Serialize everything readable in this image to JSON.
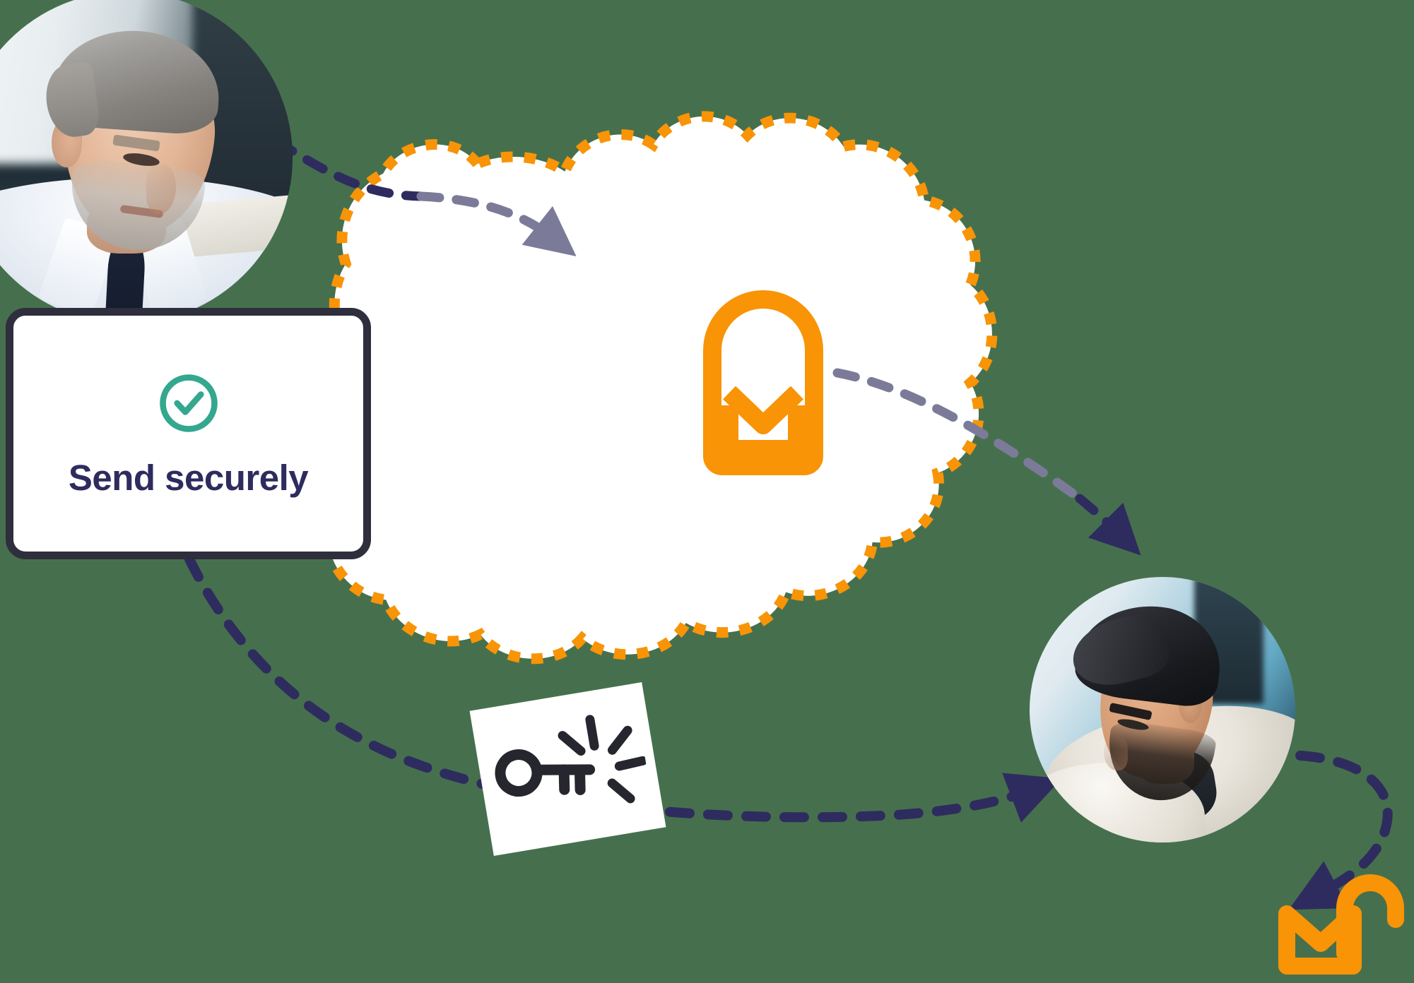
{
  "scene": {
    "title": "Secure email delivery flow",
    "background_color": "#46704d"
  },
  "card": {
    "label": "Send securely",
    "icon": "check-circle-icon",
    "icon_color": "#34a78f",
    "text_color": "#2e2c5e",
    "border_color": "#2e2e3c",
    "background_color": "#ffffff"
  },
  "cloud": {
    "name": "secure-cloud",
    "fill_color": "#ffffff",
    "dash_color": "#f89406",
    "dash_style": "square-dashed",
    "icon": "mailbox-envelope-icon",
    "icon_color": "#f89406"
  },
  "key_card": {
    "name": "encryption-key-card",
    "icon": "key-burst-icon",
    "icon_color": "#26262e",
    "background_color": "#ffffff",
    "rotation_degrees": -9.5
  },
  "lock_mail": {
    "name": "unlocked-mail-icon",
    "icon": "open-padlock-envelope-icon",
    "icon_color": "#f89406"
  },
  "avatars": [
    {
      "name": "sender-avatar",
      "role": "sender",
      "description": "Older man with gray hair in a white shirt and dark tie working at a laptop"
    },
    {
      "name": "recipient-avatar",
      "role": "recipient",
      "description": "Younger man with dark hair and beard in a cream sweater looking down"
    }
  ],
  "arrows": [
    {
      "name": "arrow-sender-to-cloud",
      "from": "sender-avatar",
      "to": "secure-cloud",
      "color_outside": "#2e2c5e",
      "color_inside": "#7b7b99",
      "style": "dashed"
    },
    {
      "name": "arrow-cloud-to-recipient",
      "from": "secure-cloud",
      "to": "recipient-avatar",
      "color_outside": "#2e2c5e",
      "color_inside": "#7b7b99",
      "style": "dashed"
    },
    {
      "name": "arrow-card-to-recipient",
      "from": "send-securely-card",
      "to": "recipient-avatar",
      "color": "#2e2c5e",
      "style": "dashed"
    },
    {
      "name": "arrow-recipient-to-lock",
      "from": "recipient-avatar",
      "to": "unlocked-mail-icon",
      "color": "#2e2c5e",
      "style": "dashed"
    }
  ],
  "colors": {
    "orange": "#f89406",
    "navy": "#2e2c5e",
    "muted_purple": "#7b7b99",
    "teal": "#34a78f",
    "dark_slate": "#2e2e3c",
    "key_black": "#26262e",
    "white": "#ffffff",
    "backdrop_green": "#46704d"
  }
}
